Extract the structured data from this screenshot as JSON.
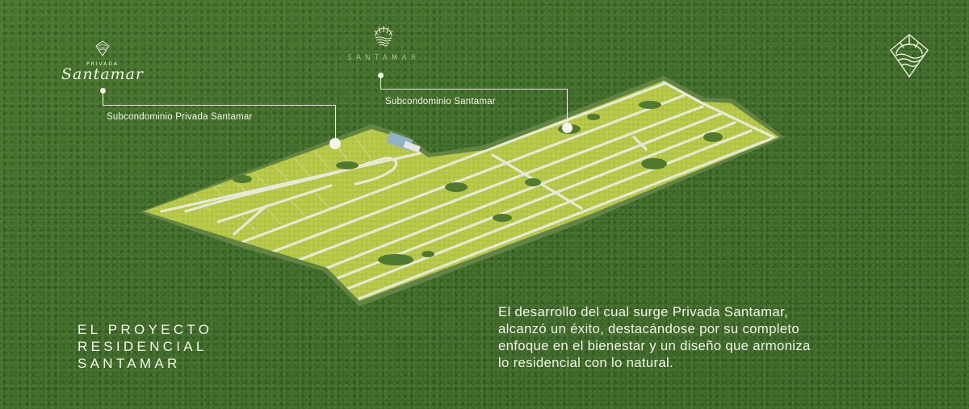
{
  "colors": {
    "forest": "#3f6a2c",
    "plots": "#b9c94a",
    "roads": "#e7e9d9",
    "text": "#f1f3e6"
  },
  "logos": {
    "privada": {
      "icon": "diamond-sun-icon",
      "small_text": "PRIVADA",
      "script_text": "Santamar"
    },
    "santamar": {
      "icon": "sun-waves-icon",
      "word": "SANTAMAR"
    },
    "corner": {
      "icon": "diamond-sun-waves-icon"
    }
  },
  "callouts": [
    {
      "label": "Subcondominio Privada Santamar"
    },
    {
      "label": "Subcondominio Santamar"
    }
  ],
  "title": {
    "lines": [
      "EL PROYECTO",
      "RESIDENCIAL",
      "SANTAMAR"
    ]
  },
  "description": {
    "lines": [
      "El desarrollo del cual surge Privada Santamar,",
      "alcanzó un éxito, destacándose por su completo",
      "enfoque en el bienestar y un diseño que armoniza",
      "lo residencial con lo natural."
    ]
  }
}
